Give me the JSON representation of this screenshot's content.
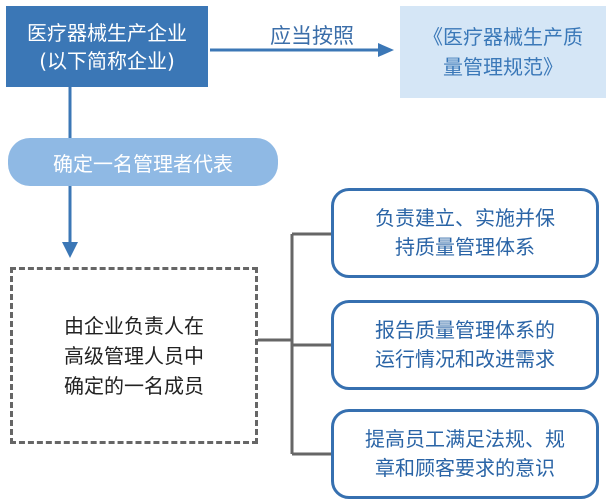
{
  "enterprise": {
    "lines": [
      "医疗器械生产企业",
      "(以下简称企业)"
    ]
  },
  "relation_label": "应当按照",
  "standard": {
    "lines": [
      "《医疗器械生产质",
      "量管理规范》"
    ]
  },
  "representative": "确定一名管理者代表",
  "member": {
    "lines": [
      "由企业负责人在",
      "高级管理人员中",
      "确定的一名成员"
    ]
  },
  "duties": [
    {
      "lines": [
        "负责建立、实施并保",
        "持质量管理体系"
      ]
    },
    {
      "lines": [
        "报告质量管理体系的",
        "运行情况和改进需求"
      ]
    },
    {
      "lines": [
        "提高员工满足法规、规",
        "章和顾客要求的意识"
      ]
    }
  ],
  "colors": {
    "primary_blue": "#3b77b6",
    "light_blue": "#d5e6f6",
    "mid_blue": "#8fb9e4",
    "border_blue": "#3670b0",
    "connector_gray": "#666666"
  }
}
